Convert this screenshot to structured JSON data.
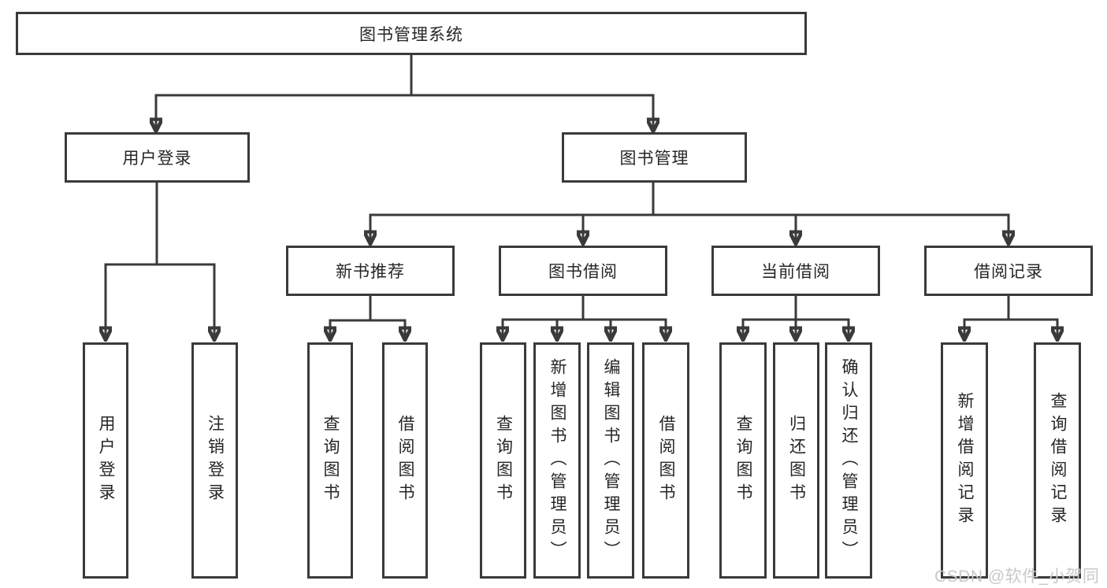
{
  "root": {
    "label": "图书管理系统"
  },
  "branches": [
    {
      "label": "用户登录",
      "children": [
        {
          "label": "用户登录"
        },
        {
          "label": "注销登录"
        }
      ]
    },
    {
      "label": "图书管理",
      "children": [
        {
          "label": "新书推荐",
          "children": [
            {
              "label": "查询图书"
            },
            {
              "label": "借阅图书"
            }
          ]
        },
        {
          "label": "图书借阅",
          "children": [
            {
              "label": "查询图书"
            },
            {
              "label": "新增图书（管理员）"
            },
            {
              "label": "编辑图书（管理员）"
            },
            {
              "label": "借阅图书"
            }
          ]
        },
        {
          "label": "当前借阅",
          "children": [
            {
              "label": "查询图书"
            },
            {
              "label": "归还图书"
            },
            {
              "label": "确认归还（管理员）"
            }
          ]
        },
        {
          "label": "借阅记录",
          "children": [
            {
              "label": "新增借阅记录"
            },
            {
              "label": "查询借阅记录"
            }
          ]
        }
      ]
    }
  ],
  "watermark": {
    "text": "CSDN @软件_小贺同学"
  },
  "colors": {
    "line": "#3a3a3a",
    "text": "#262626",
    "box_fill": "#ffffff",
    "background": "#ffffff",
    "watermark": "#c9c9c9"
  }
}
